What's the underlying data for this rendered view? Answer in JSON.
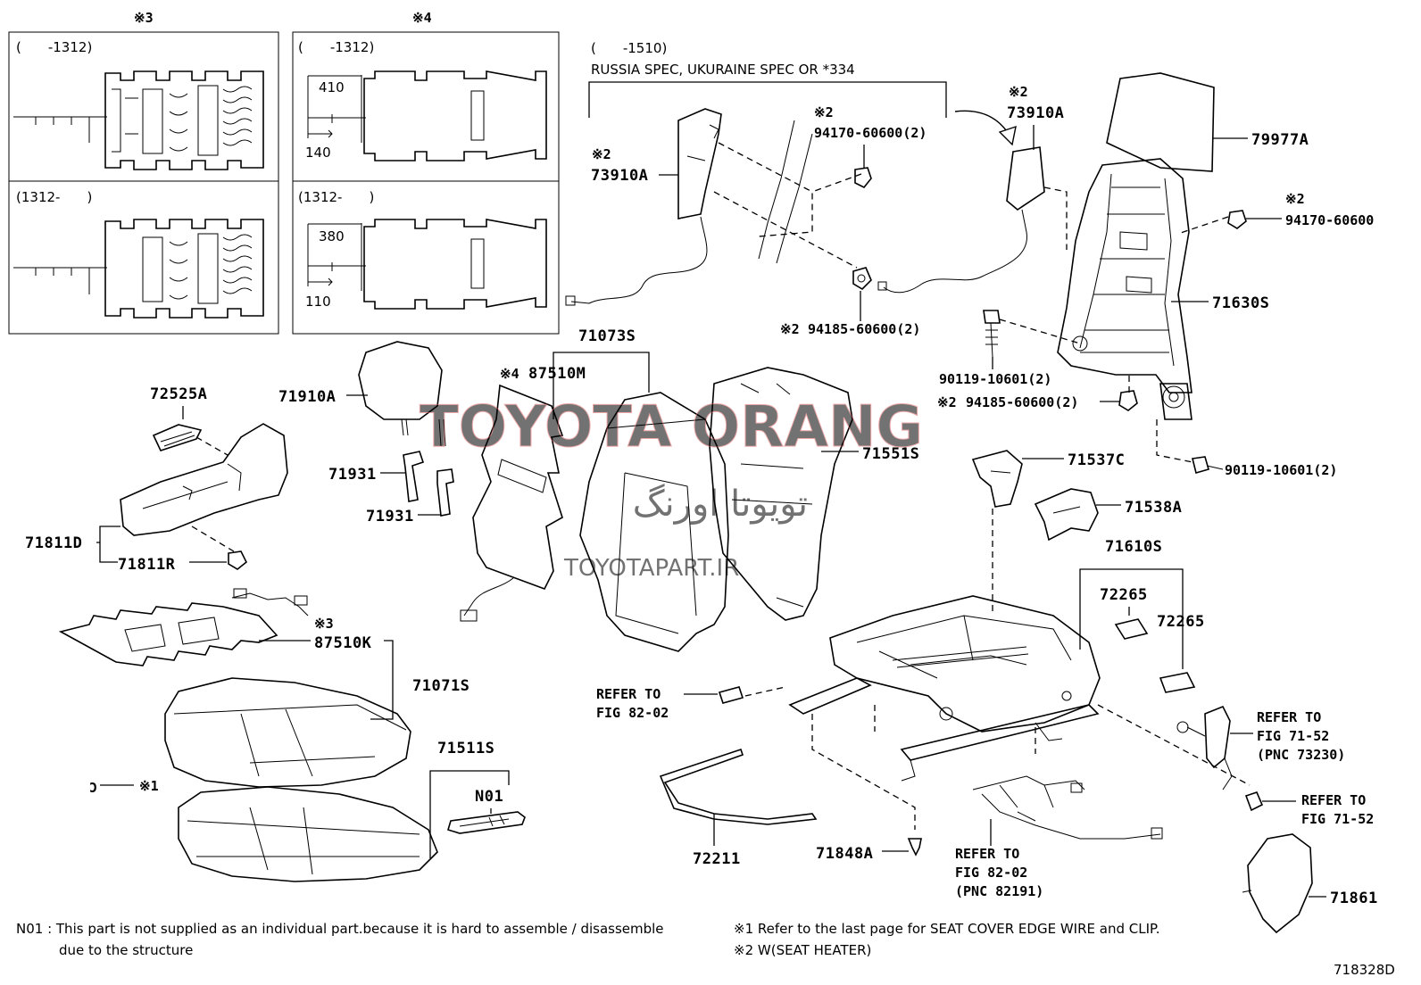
{
  "watermark": {
    "main": "TOYOTA ORANG",
    "persian": "تویوتا اورنگ",
    "sub": "TOYOTAPART.IR",
    "color": "#f08080"
  },
  "insets": {
    "box3": {
      "mark": "※3",
      "top_label": "(　　-1312)",
      "bottom_label": "(1312-　　)"
    },
    "box4": {
      "mark": "※4",
      "top_label": "(　　-1312)",
      "bottom_label": "(1312-　　)",
      "dim_top_a": "410",
      "dim_top_b": "140",
      "dim_bot_a": "380",
      "dim_bot_b": "110"
    }
  },
  "airbag_spec": {
    "range": "(　　-1510)",
    "spec": "RUSSIA SPEC, UKURAINE SPEC OR *334"
  },
  "labels": {
    "p73910A_left": "73910A",
    "mark2_a": "※2",
    "p94170_top": "94170-60600(2)",
    "mark2_b": "※2",
    "p73910A_right": "73910A",
    "mark2_c": "※2",
    "p94185_top": "94185-60600(2)",
    "mark2_d": "※2",
    "p79977A": "79977A",
    "p94170_right": "94170-60600",
    "mark2_e": "※2",
    "p71630S": "71630S",
    "p90119_a": "90119-10601(2)",
    "p94185_mid": "94185-60600(2)",
    "mark2_f": "※2",
    "p90119_b": "90119-10601(2)",
    "p71073S": "71073S",
    "p87510M": "87510M",
    "mark4": "※4",
    "p71910A": "71910A",
    "p72525A": "72525A",
    "p71931_a": "71931",
    "p71931_b": "71931",
    "p71811D": "71811D",
    "p71811R": "71811R",
    "p71551S": "71551S",
    "p71537C": "71537C",
    "p71538A": "71538A",
    "p71610S": "71610S",
    "p72265_a": "72265",
    "p72265_b": "72265",
    "p87510K": "87510K",
    "mark3": "※3",
    "p71071S": "71071S",
    "p71511S": "71511S",
    "pN01": "N01",
    "mark1": "※1",
    "refer_fig82_a_1": "REFER TO",
    "refer_fig82_a_2": "FIG 82-02",
    "refer_fig71_a_1": "REFER TO",
    "refer_fig71_a_2": "FIG 71-52",
    "refer_fig71_a_3": "(PNC 73230)",
    "refer_fig71_b_1": "REFER TO",
    "refer_fig71_b_2": "FIG 71-52",
    "refer_fig82_b_1": "REFER TO",
    "refer_fig82_b_2": "FIG 82-02",
    "refer_fig82_b_3": "(PNC 82191)",
    "p72211": "72211",
    "p71848A": "71848A",
    "p71861": "71861"
  },
  "footnotes": {
    "n01_line1": "N01 : This part is not supplied as an individual part.because it is hard to assemble / disassemble",
    "n01_line2": "due to the structure",
    "note1": "※1  Refer to the last page for SEAT COVER EDGE WIRE and CLIP.",
    "note2": "※2  W(SEAT HEATER)",
    "drawing_id": "718328D"
  }
}
